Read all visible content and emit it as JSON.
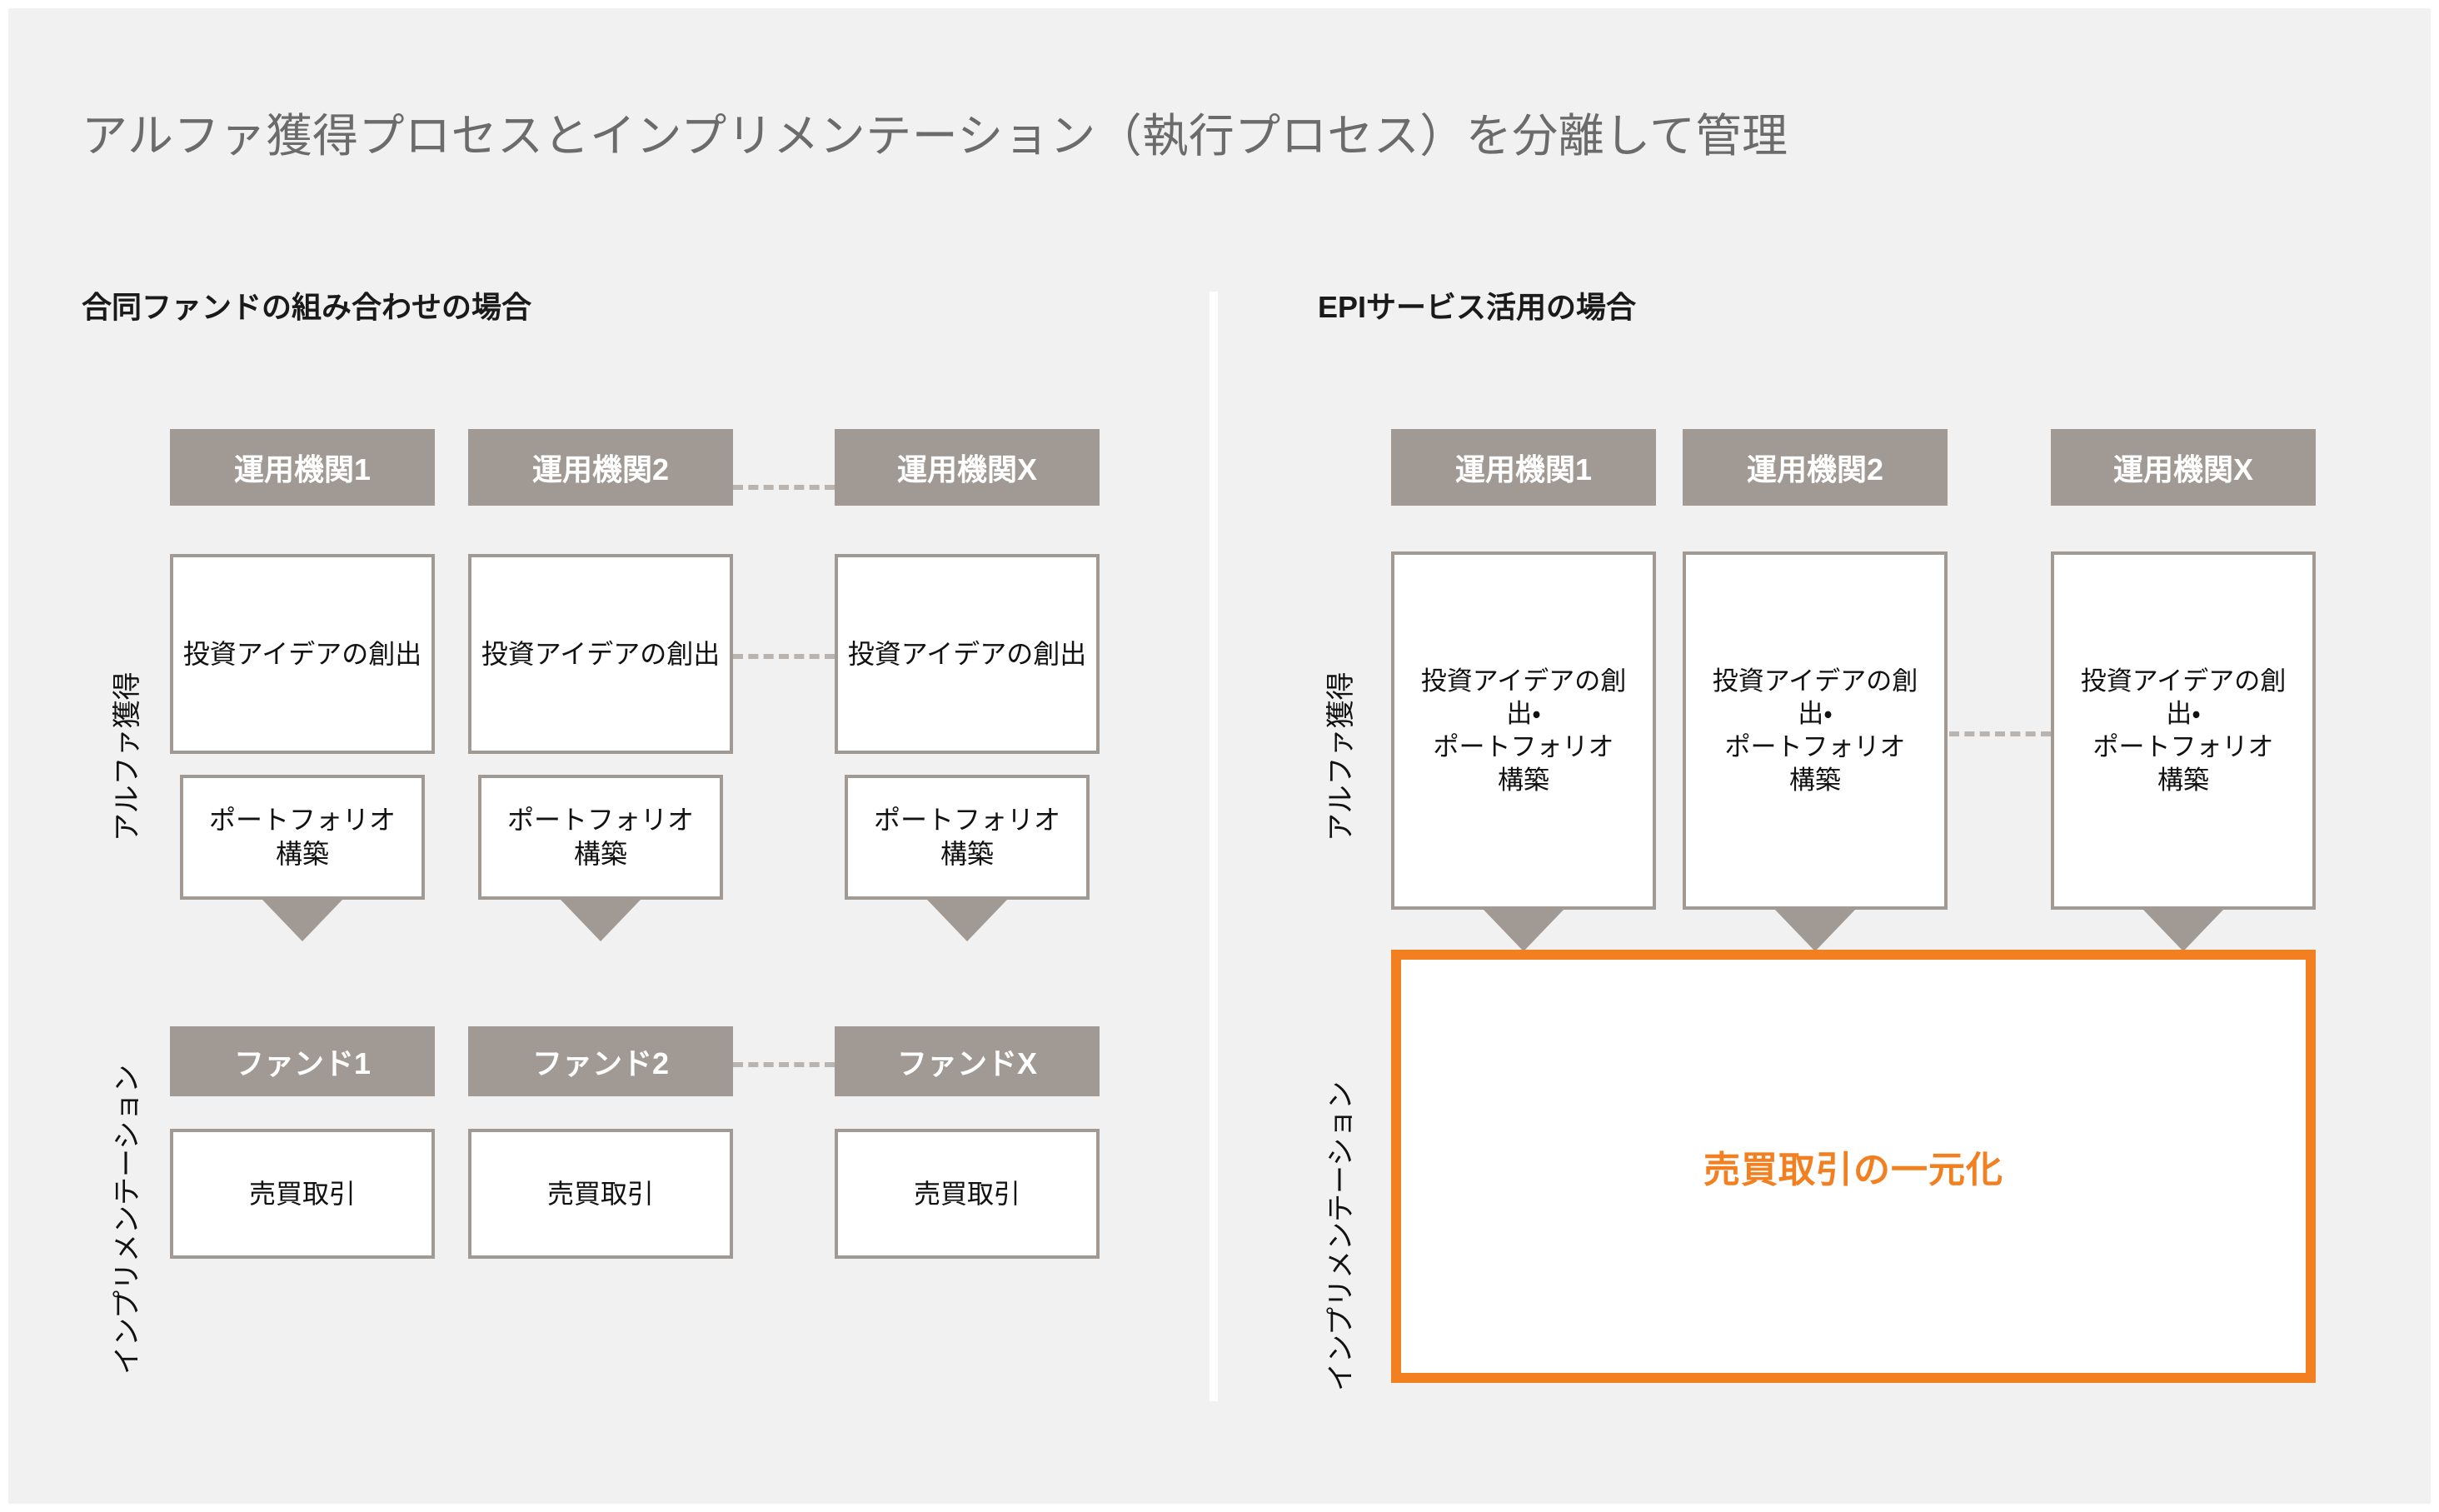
{
  "slide": {
    "title": "アルファ獲得プロセスとインプリメンテーション（執行プロセス）を分離して管理",
    "background_color": "#F1F1F1",
    "accent_color": "#F28021",
    "box_gray": "#A19993",
    "title_color": "#6B6B6B"
  },
  "panels": {
    "left": {
      "header": "合同ファンドの組み合わせの場合",
      "band_alpha": "アルファ獲得",
      "band_impl": "インプリメンテーション",
      "columns": [
        {
          "head": "運用機関1",
          "idea": "投資アイデアの創出",
          "portfolio": "ポートフォリオ\n構築",
          "fund_head": "ファンド1",
          "trade": "売買取引"
        },
        {
          "head": "運用機関2",
          "idea": "投資アイデアの創出",
          "portfolio": "ポートフォリオ\n構築",
          "fund_head": "ファンド2",
          "trade": "売買取引"
        },
        {
          "head": "運用機関X",
          "idea": "投資アイデアの創出",
          "portfolio": "ポートフォリオ\n構築",
          "fund_head": "ファンドX",
          "trade": "売買取引"
        }
      ]
    },
    "right": {
      "header": "EPIサービス活用の場合",
      "band_alpha": "アルファ獲得",
      "band_impl": "インプリメンテーション",
      "columns": [
        {
          "head": "運用機関1",
          "combined": "投資アイデアの創\n出・\nポートフォリオ\n構築"
        },
        {
          "head": "運用機関2",
          "combined": "投資アイデアの創\n出・\nポートフォリオ\n構築"
        },
        {
          "head": "運用機関X",
          "combined": "投資アイデアの創\n出・\nポートフォリオ\n構築"
        }
      ],
      "unified_box": "売買取引の一元化"
    }
  }
}
